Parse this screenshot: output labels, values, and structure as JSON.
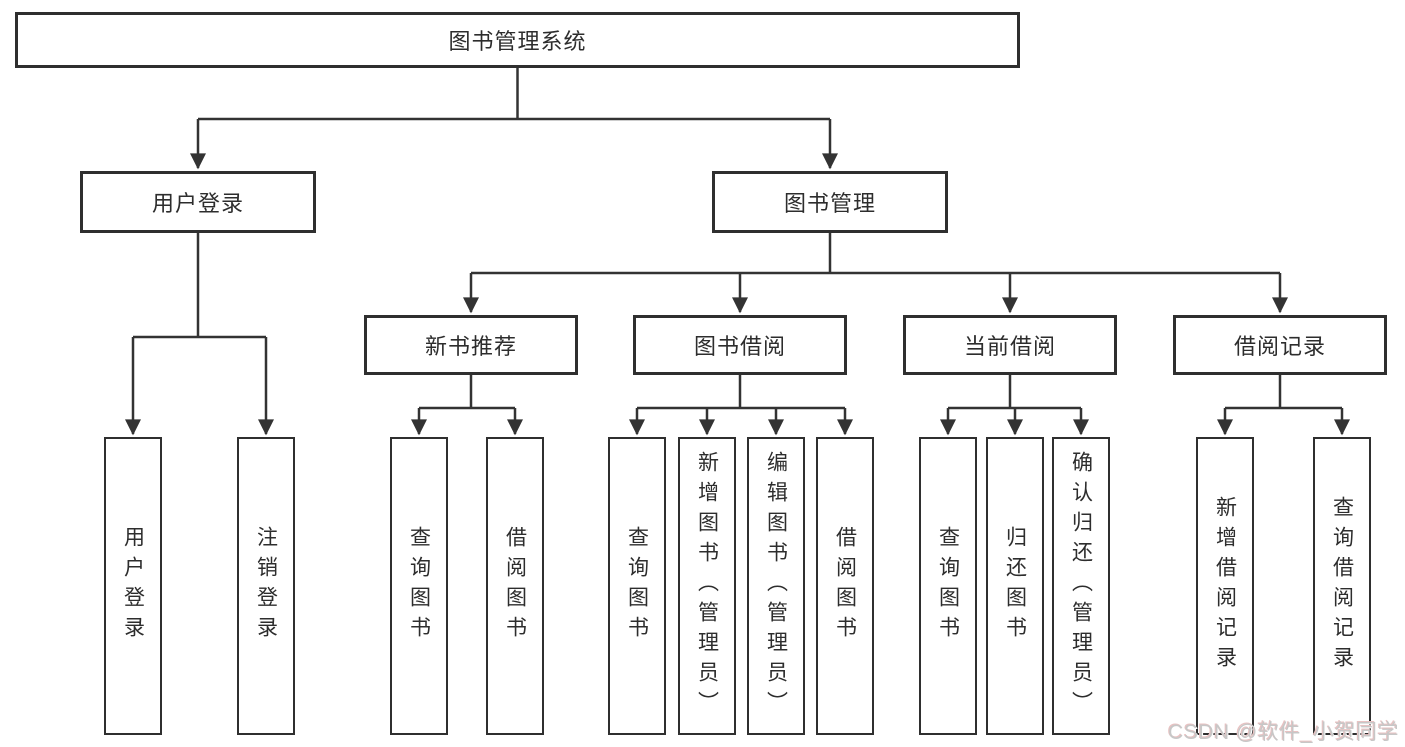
{
  "diagram": {
    "title": "图书管理系统",
    "tree": {
      "root": {
        "label": "图书管理系统"
      },
      "branches": [
        {
          "label": "用户登录",
          "children": [
            {
              "label": "用户登录"
            },
            {
              "label": "注销登录"
            }
          ]
        },
        {
          "label": "图书管理",
          "children": [
            {
              "label": "新书推荐",
              "children": [
                {
                  "label": "查询图书"
                },
                {
                  "label": "借阅图书"
                }
              ]
            },
            {
              "label": "图书借阅",
              "children": [
                {
                  "label": "查询图书"
                },
                {
                  "label": "新增图书（管理员）"
                },
                {
                  "label": "编辑图书（管理员）"
                },
                {
                  "label": "借阅图书"
                }
              ]
            },
            {
              "label": "当前借阅",
              "children": [
                {
                  "label": "查询图书"
                },
                {
                  "label": "归还图书"
                },
                {
                  "label": "确认归还（管理员）"
                }
              ]
            },
            {
              "label": "借阅记录",
              "children": [
                {
                  "label": "新增借阅记录"
                },
                {
                  "label": "查询借阅记录"
                }
              ]
            }
          ]
        }
      ]
    },
    "colors": {
      "line": "#333333",
      "box_border": "#2f2f2f",
      "box_fill": "#ffffff",
      "text": "#2d2d2d",
      "background": "#ffffff",
      "watermark": "#c7c7c7"
    }
  },
  "watermark": {
    "text": "CSDN @软件_小贺同学"
  }
}
